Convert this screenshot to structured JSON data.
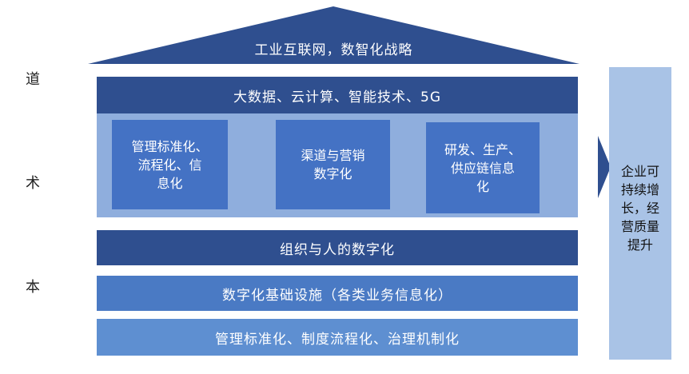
{
  "side_labels": {
    "dao": "道",
    "shu": "术",
    "ben": "本"
  },
  "roof": {
    "text": "工业互联网，数智化战略"
  },
  "tech_bar": {
    "text": "大数据、云计算、智能技术、5G"
  },
  "cards": [
    {
      "lines": [
        "管理标准化、",
        "流程化、信",
        "息化"
      ]
    },
    {
      "lines": [
        "渠道与营销",
        "数字化"
      ]
    },
    {
      "lines": [
        "研发、生产、",
        "供应链信息",
        "化"
      ]
    }
  ],
  "org_bar": {
    "text": "组织与人的数字化"
  },
  "infra_bar": {
    "text": "数字化基础设施（各类业务信息化）"
  },
  "mgmt_bar": {
    "text": "管理标准化、制度流程化、治理机制化"
  },
  "right_column": {
    "lines": [
      "企业可",
      "持续增",
      "长，经",
      "营质量",
      "提升"
    ]
  },
  "colors": {
    "dark_blue": "#2f4f8f",
    "medium_blue": "#4472c4",
    "light_blue": "#8faedd",
    "pale_blue": "#a9c3e6"
  }
}
